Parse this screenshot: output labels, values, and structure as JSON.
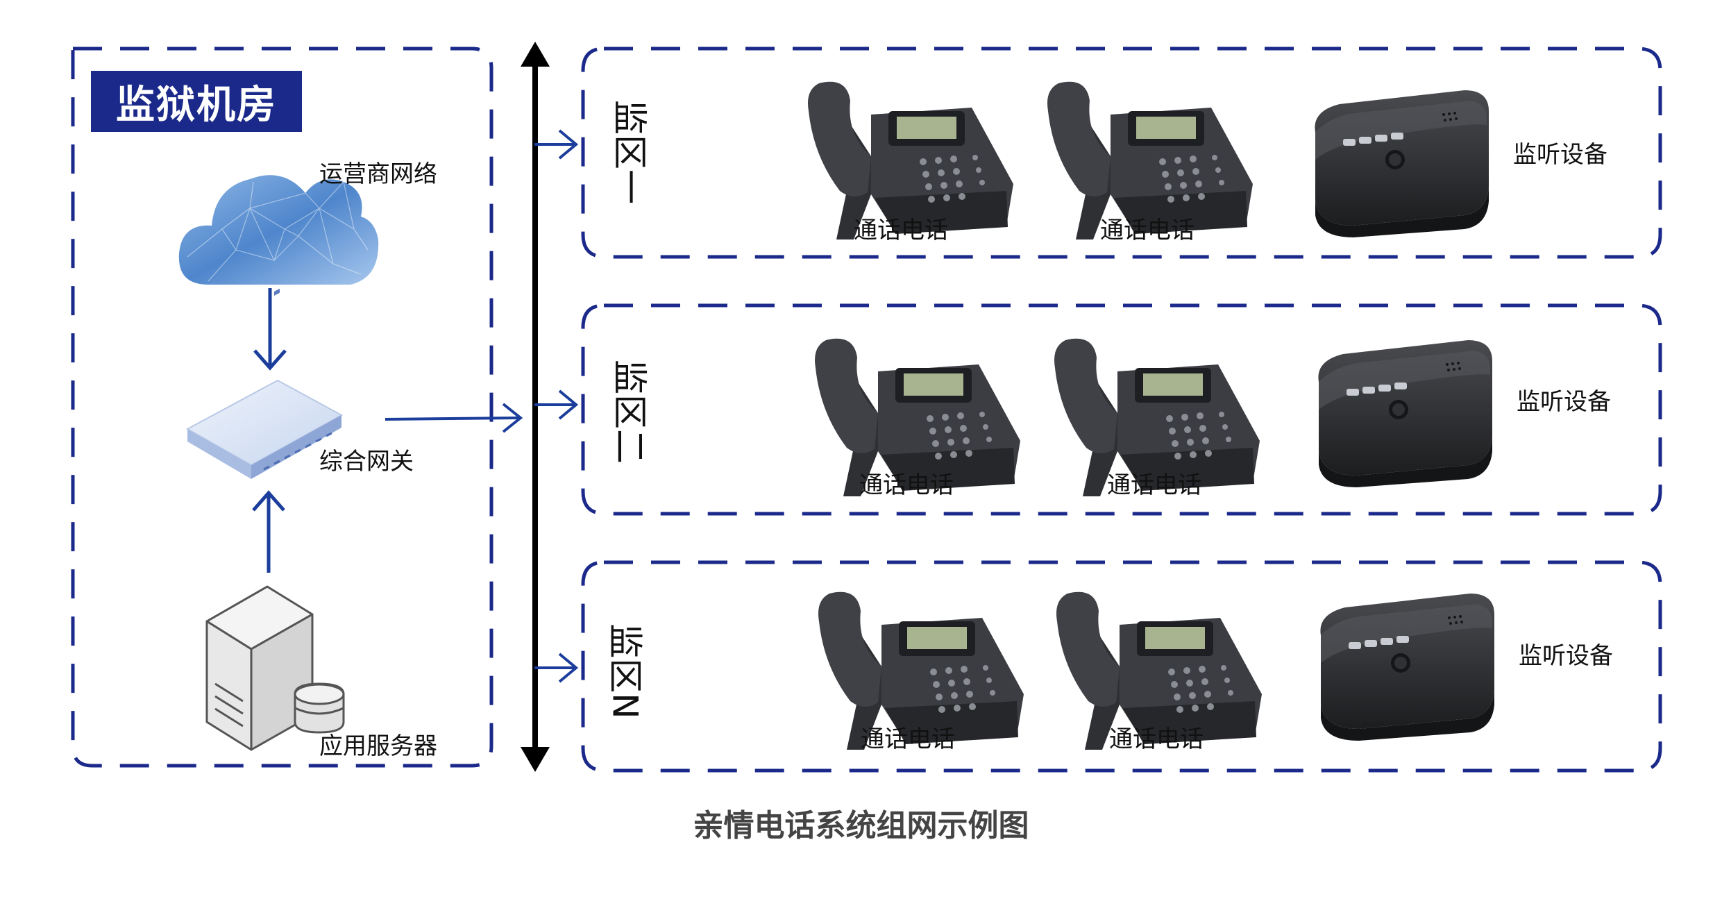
{
  "left_panel": {
    "title": "监狱机房",
    "nodes": {
      "cloud": "运营商网络",
      "gateway": "综合网关",
      "server": "应用服务器"
    }
  },
  "zones": [
    {
      "name": "监区一",
      "phones": [
        "通话电话",
        "通话电话"
      ],
      "monitor": "监听设备"
    },
    {
      "name": "监区二",
      "phones": [
        "通话电话",
        "通话电话"
      ],
      "monitor": "监听设备"
    },
    {
      "name": "监区N",
      "phones": [
        "通话电话",
        "通话电话"
      ],
      "monitor": "监听设备"
    }
  ],
  "caption": "亲情电话系统组网示例图",
  "colors": {
    "dash_border": "#1b2a8a",
    "arrow": "#1b3d9b",
    "bus": "#000000",
    "title_bg": "#1b2a8a",
    "cloud": "#5b8fd0",
    "phone_body": "#3b3d42",
    "monitor_body": "#2a2b2e"
  },
  "icons": [
    "cloud-icon",
    "gateway-icon",
    "server-icon",
    "phone-icon",
    "monitor-device-icon"
  ]
}
